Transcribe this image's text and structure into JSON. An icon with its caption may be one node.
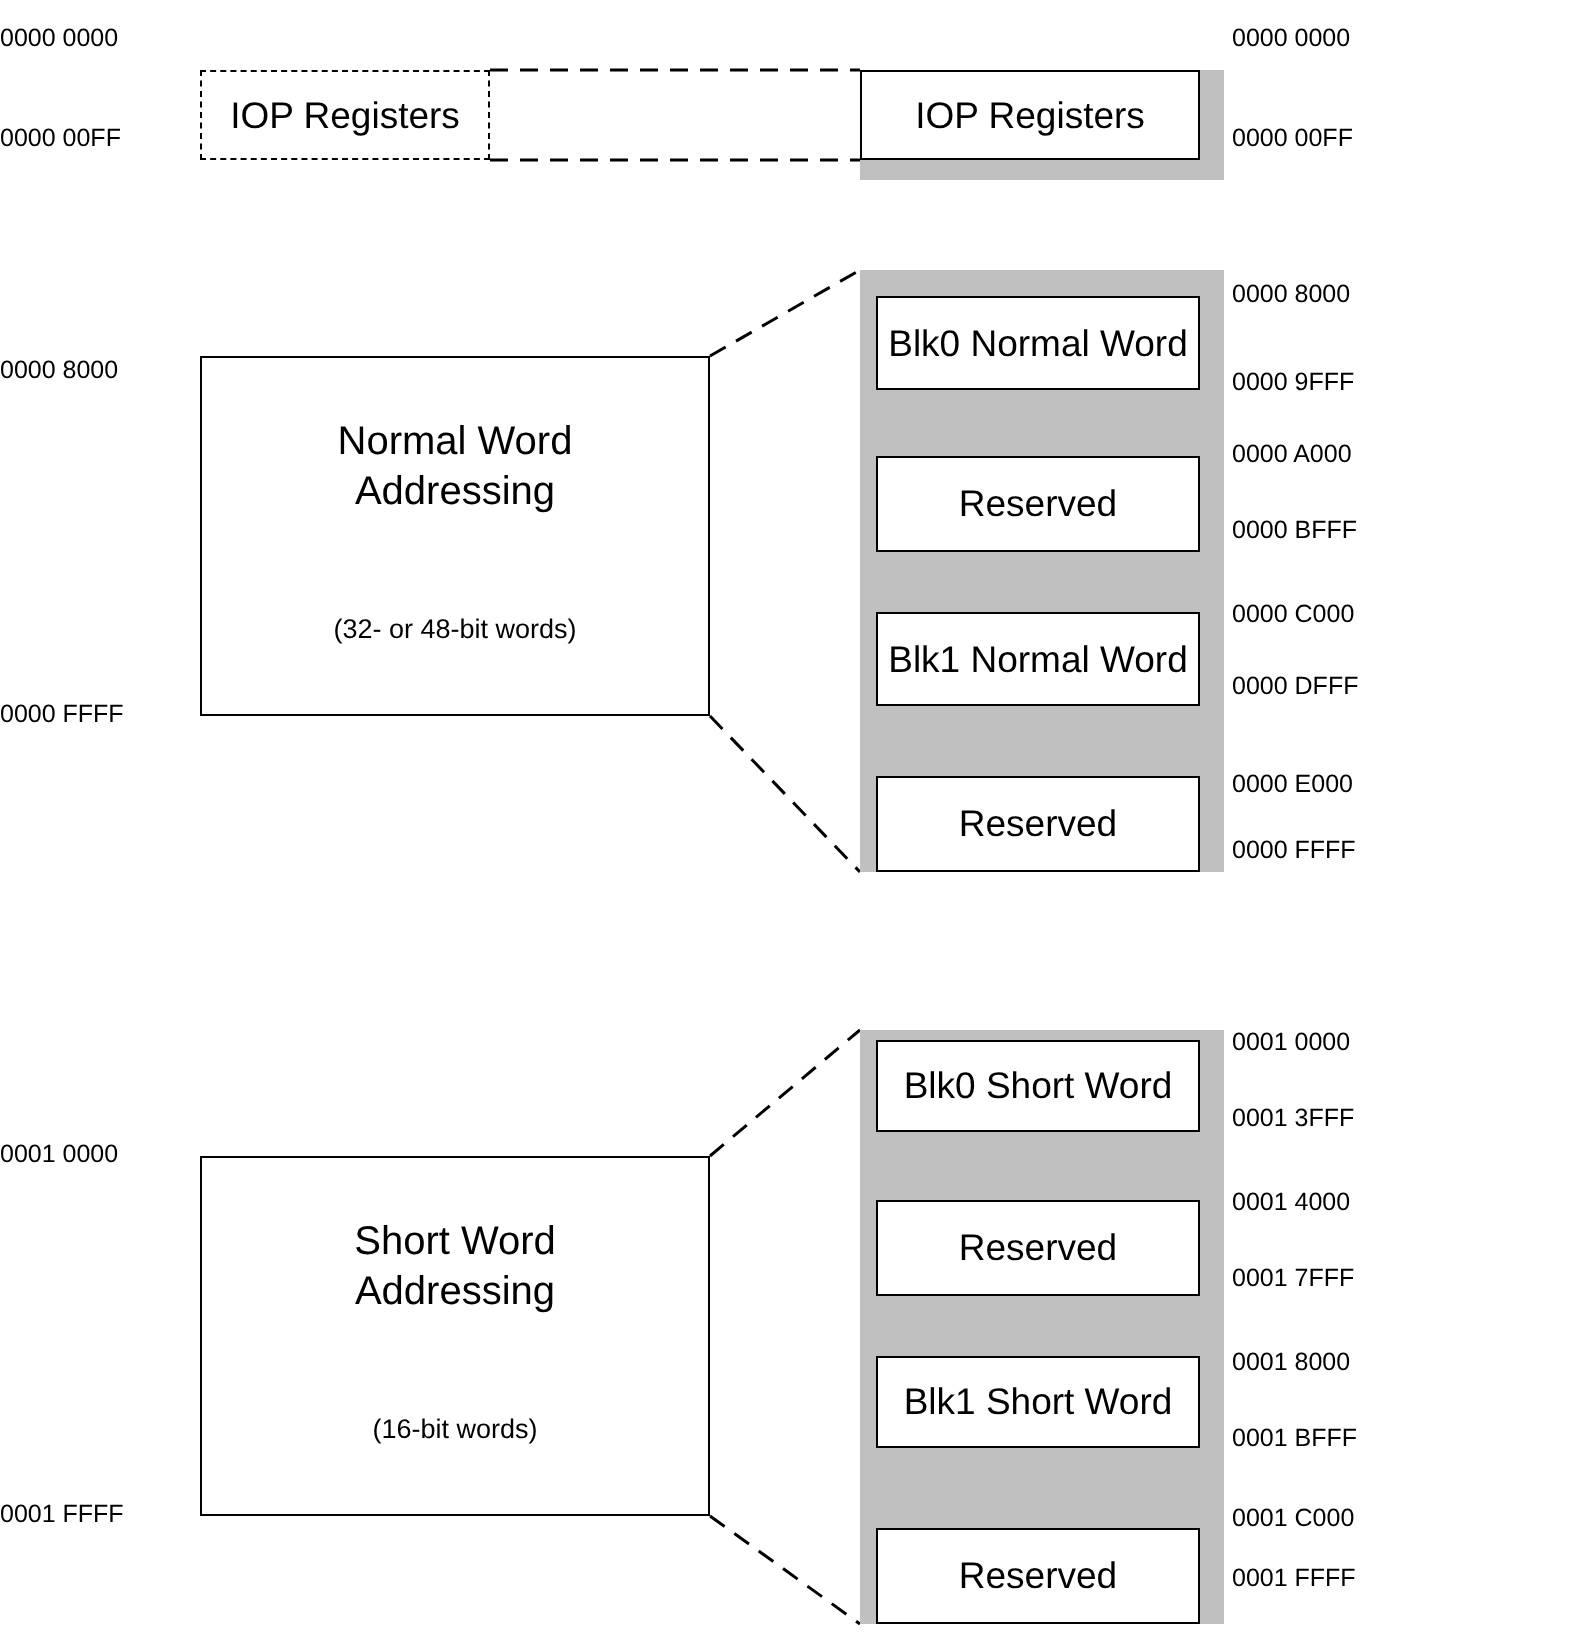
{
  "diagram": {
    "nodes": [
      {
        "text": [
          "IOP Registers"
        ],
        "beside": [
          "0000 0000",
          "0000 00FF"
        ]
      },
      {
        "text": [
          "IOP Registers"
        ],
        "beside": [
          "0000 0000",
          "0000 00FF"
        ]
      },
      {
        "text": [
          "Normal Word Addressing",
          "(32- or 48-bit words)"
        ],
        "beside": [
          "0000 8000",
          "0000 FFFF"
        ]
      },
      {
        "text": [],
        "shape": "bar"
      },
      {
        "text": [
          "Blk0 Normal Word"
        ],
        "in": 3,
        "beside": [
          "0000 8000",
          "0000 9FFF"
        ]
      },
      {
        "text": [
          "Reserved"
        ],
        "in": 3,
        "beside": [
          "0000 A000",
          "0000 BFFF"
        ]
      },
      {
        "text": [
          "Blk1 Normal Word"
        ],
        "in": 3,
        "beside": [
          "0000 C000",
          "0000 DFFF"
        ]
      },
      {
        "text": [
          "Reserved"
        ],
        "in": 3,
        "beside": [
          "0000 E000",
          "0000 FFFF"
        ]
      },
      {
        "text": [
          "Short Word Addressing",
          "(16-bit words)"
        ],
        "beside": [
          "0001 0000",
          "0001 FFFF"
        ]
      },
      {
        "text": [],
        "shape": "bar"
      },
      {
        "text": [
          "Blk0 Short Word"
        ],
        "in": 9,
        "beside": [
          "0001 0000",
          "0001 3FFF"
        ]
      },
      {
        "text": [
          "Reserved"
        ],
        "in": 9,
        "beside": [
          "0001 4000",
          "0001 7FFF"
        ]
      },
      {
        "text": [
          "Blk1 Short Word"
        ],
        "in": 9,
        "beside": [
          "0001 8000",
          "0001 BFFF"
        ]
      },
      {
        "text": [
          "Reserved"
        ],
        "in": 9,
        "beside": [
          "0001 C000",
          "0001 FFFF"
        ]
      }
    ],
    "edges": [
      {
        "from": 0,
        "to": 1,
        "arrow": "none",
        "style": "dashed"
      },
      {
        "from": 0,
        "to": 1,
        "arrow": "none",
        "style": "dashed"
      },
      {
        "from": 2,
        "to": 3,
        "arrow": "none",
        "style": "dashed"
      },
      {
        "from": 2,
        "to": 3,
        "arrow": "none",
        "style": "dashed"
      },
      {
        "from": 8,
        "to": 9,
        "arrow": "none",
        "style": "dashed"
      },
      {
        "from": 8,
        "to": 9,
        "arrow": "none",
        "style": "dashed"
      }
    ]
  }
}
